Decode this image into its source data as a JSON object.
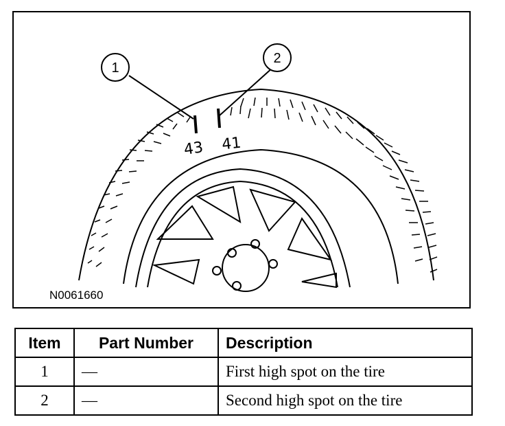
{
  "figure": {
    "id_label": "N0061660",
    "callouts": [
      "1",
      "2"
    ],
    "marks": [
      "43",
      "41"
    ]
  },
  "table": {
    "headers": [
      "Item",
      "Part Number",
      "Description"
    ],
    "rows": [
      {
        "item": "1",
        "part_number": "—",
        "description": "First high spot on the tire"
      },
      {
        "item": "2",
        "part_number": "—",
        "description": "Second high spot on the tire"
      }
    ]
  }
}
